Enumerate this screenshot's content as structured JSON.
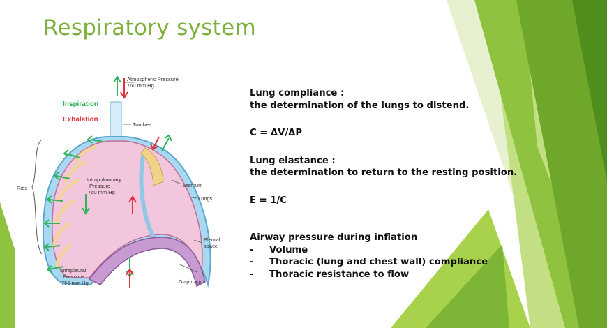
{
  "slide": {
    "title": "Respiratory system",
    "colors": {
      "title": "#7db03c",
      "green_dark": "#5f9a1f",
      "green_light": "#a8d24b"
    }
  },
  "diagram": {
    "labels": {
      "atmospheric_1": "Atmospheric Pressure",
      "atmospheric_2": "760 mm Hg",
      "inspiration": "Inspiration",
      "exhalation": "Exhalation",
      "trachea": "Trachea",
      "ribs": "Ribs",
      "intrapulmonary_1": "Intrapulmonary",
      "intrapulmonary_2": "Pressure",
      "intrapulmonary_3": "760 mm Hg",
      "sternum": "Sternum",
      "lungs": "Lungs",
      "pleural_1": "Pleural",
      "pleural_2": "space",
      "intrapleural_1": "Intrapleural",
      "intrapleural_2": "Pressure",
      "intrapleural_3": "756 mm Hg",
      "diaphragm": "Diaphragm"
    },
    "colors": {
      "inspiration": "#2fb35a",
      "exhalation": "#e0323c"
    }
  },
  "content": {
    "compliance_heading": "Lung compliance :",
    "compliance_text": "the determination of the lungs to distend.",
    "compliance_formula": "C = ΔV/ΔP",
    "elastance_heading": "Lung elastance :",
    "elastance_text": "the determination to return to the resting position.",
    "elastance_formula": "E = 1/C",
    "airway_heading": "Airway pressure during inflation",
    "airway_items": [
      "Volume",
      "Thoracic (lung and chest wall) compliance",
      "Thoracic resistance to flow"
    ],
    "bullet_marker": "-"
  }
}
